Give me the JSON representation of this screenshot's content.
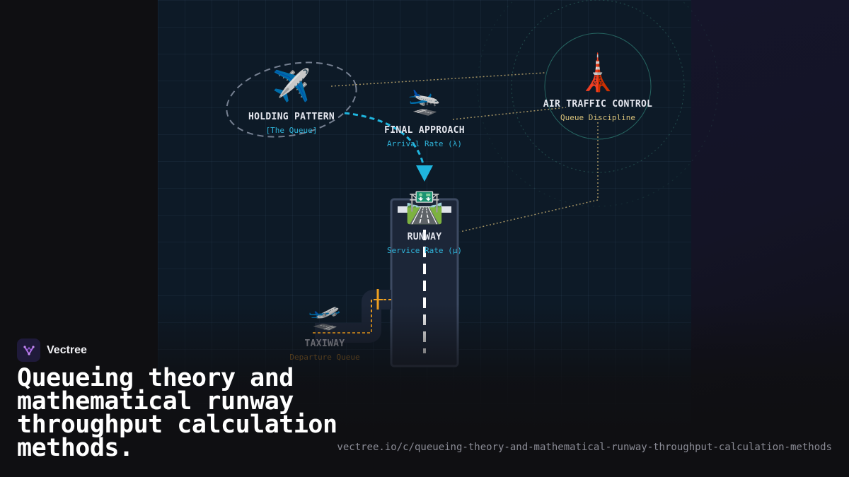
{
  "diagram": {
    "holding": {
      "title": "HOLDING PATTERN",
      "subtitle": "[The Queue]",
      "icon": "airplane-icon"
    },
    "approach": {
      "title": "FINAL APPROACH",
      "subtitle": "Arrival Rate (λ)",
      "icon": "airplane-landing-icon"
    },
    "atc": {
      "title": "AIR TRAFFIC CONTROL",
      "subtitle": "Queue Discipline",
      "icon": "tower-icon"
    },
    "runway": {
      "title": "RUNWAY",
      "subtitle": "Service Rate (μ)",
      "icon": "road-icon"
    },
    "taxiway": {
      "title": "TAXIWAY",
      "subtitle": "Departure Queue",
      "icon": "airplane-departure-icon"
    },
    "colors": {
      "cyan": "#2fb3d9",
      "gold": "#d9c27a",
      "orange": "#f0a020",
      "runway": "#1c2638"
    }
  },
  "brand": {
    "name": "Vectree"
  },
  "headline": "Queueing theory and mathematical runway throughput calculation methods.",
  "url": "vectree.io/c/queueing-theory-and-mathematical-runway-throughput-calculation-methods"
}
